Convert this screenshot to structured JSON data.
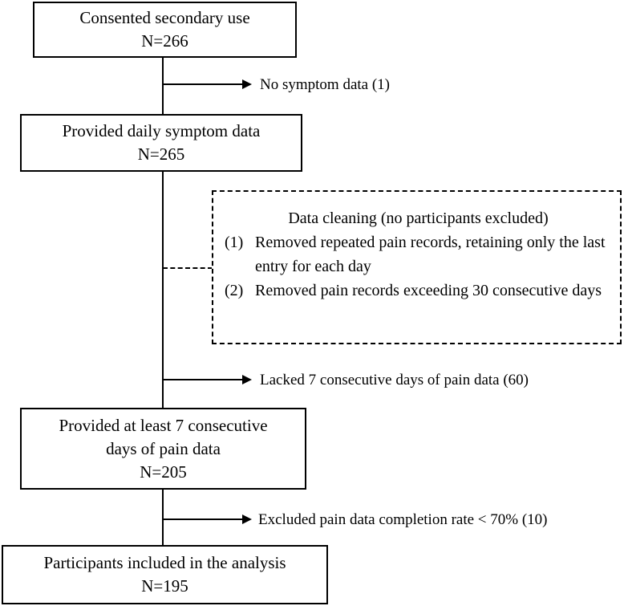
{
  "boxes": {
    "consented": {
      "label": "Consented secondary use",
      "n": "N=266"
    },
    "provided_symptom": {
      "label": "Provided daily symptom data",
      "n": "N=265"
    },
    "provided_pain": {
      "label_line1": "Provided at least 7 consecutive",
      "label_line2": "days of pain data",
      "n": "N=205"
    },
    "included": {
      "label": "Participants included in the analysis",
      "n": "N=195"
    }
  },
  "exclusions": {
    "no_symptom": "No symptom data (1)",
    "lacked_days": "Lacked 7 consecutive days of pain data (60)",
    "completion_rate": "Excluded pain data completion rate < 70% (10)"
  },
  "cleaning": {
    "title": "Data cleaning (no participants excluded)",
    "items": [
      {
        "num": "(1)",
        "text": "Removed repeated pain records, retaining only the last entry for each day"
      },
      {
        "num": "(2)",
        "text": "Removed pain records exceeding 30 consecutive days"
      }
    ]
  }
}
